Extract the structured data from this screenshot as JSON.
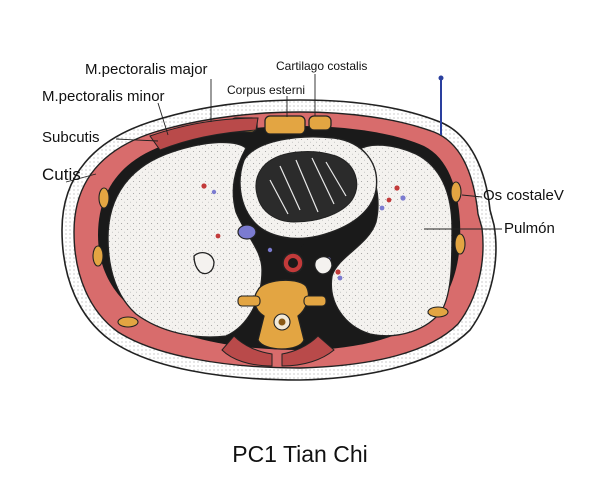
{
  "labels": {
    "pectoralis_major": "M.pectoralis major",
    "cartilago_costalis": "Cartilago costalis",
    "corpus_esterni": "Corpus esterni",
    "pectoralis_minor": "M.pectoralis minor",
    "subcutis": "Subcutis",
    "cutis": "Cutis",
    "os_costale": "Os costaleV",
    "pulmon": "Pulmón"
  },
  "caption": "PC1 Tian Chi",
  "colors": {
    "muscle": "#d86c6c",
    "muscle_dark": "#b94a4a",
    "bone": "#e3a542",
    "bone_dark": "#8a5a16",
    "skin": "#ffffff",
    "outline": "#222222",
    "lung_fill": "#f3f1ee",
    "cavity": "#1a1a1a",
    "vessel_blue": "#7b7bd0",
    "vessel_red": "#c23a3a",
    "needle": "#2a3f9e"
  },
  "icons": [
    "acupuncture-needle-icon"
  ]
}
